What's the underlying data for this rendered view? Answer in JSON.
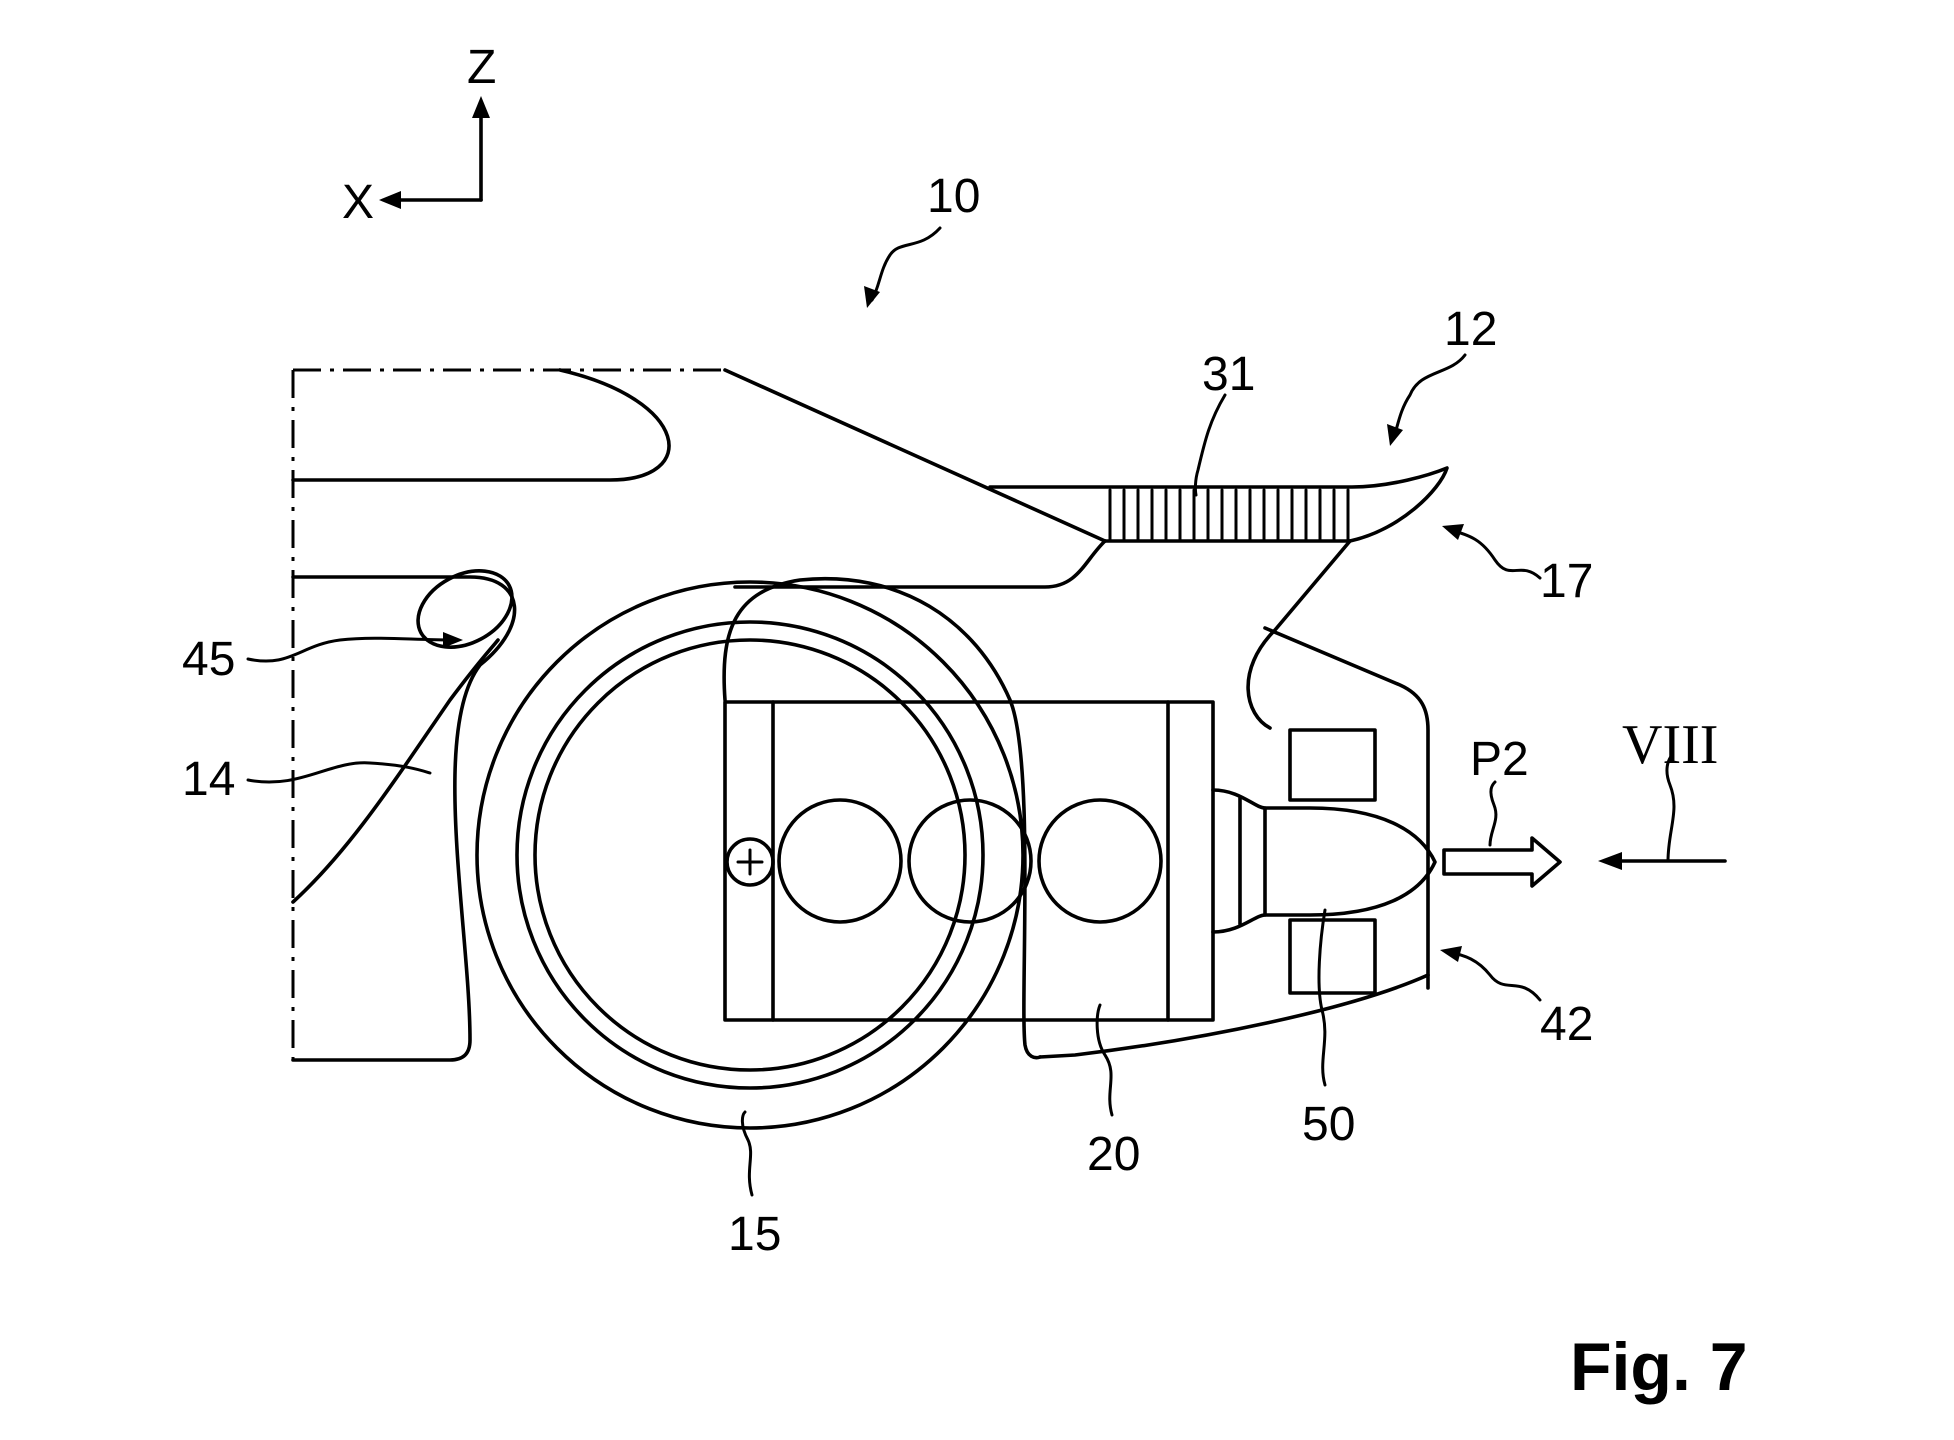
{
  "axes": {
    "z_label": "Z",
    "x_label": "X"
  },
  "labels": {
    "assembly": "10",
    "part_12": "12",
    "part_31": "31",
    "part_17": "17",
    "part_45": "45",
    "part_14": "14",
    "part_15": "15",
    "part_20": "20",
    "part_50": "50",
    "part_42": "42",
    "arrow_p2": "P2",
    "view_viii": "VIII"
  },
  "figure": {
    "caption": "Fig. 7"
  },
  "colors": {
    "ink": "#000000",
    "background": "#ffffff"
  }
}
